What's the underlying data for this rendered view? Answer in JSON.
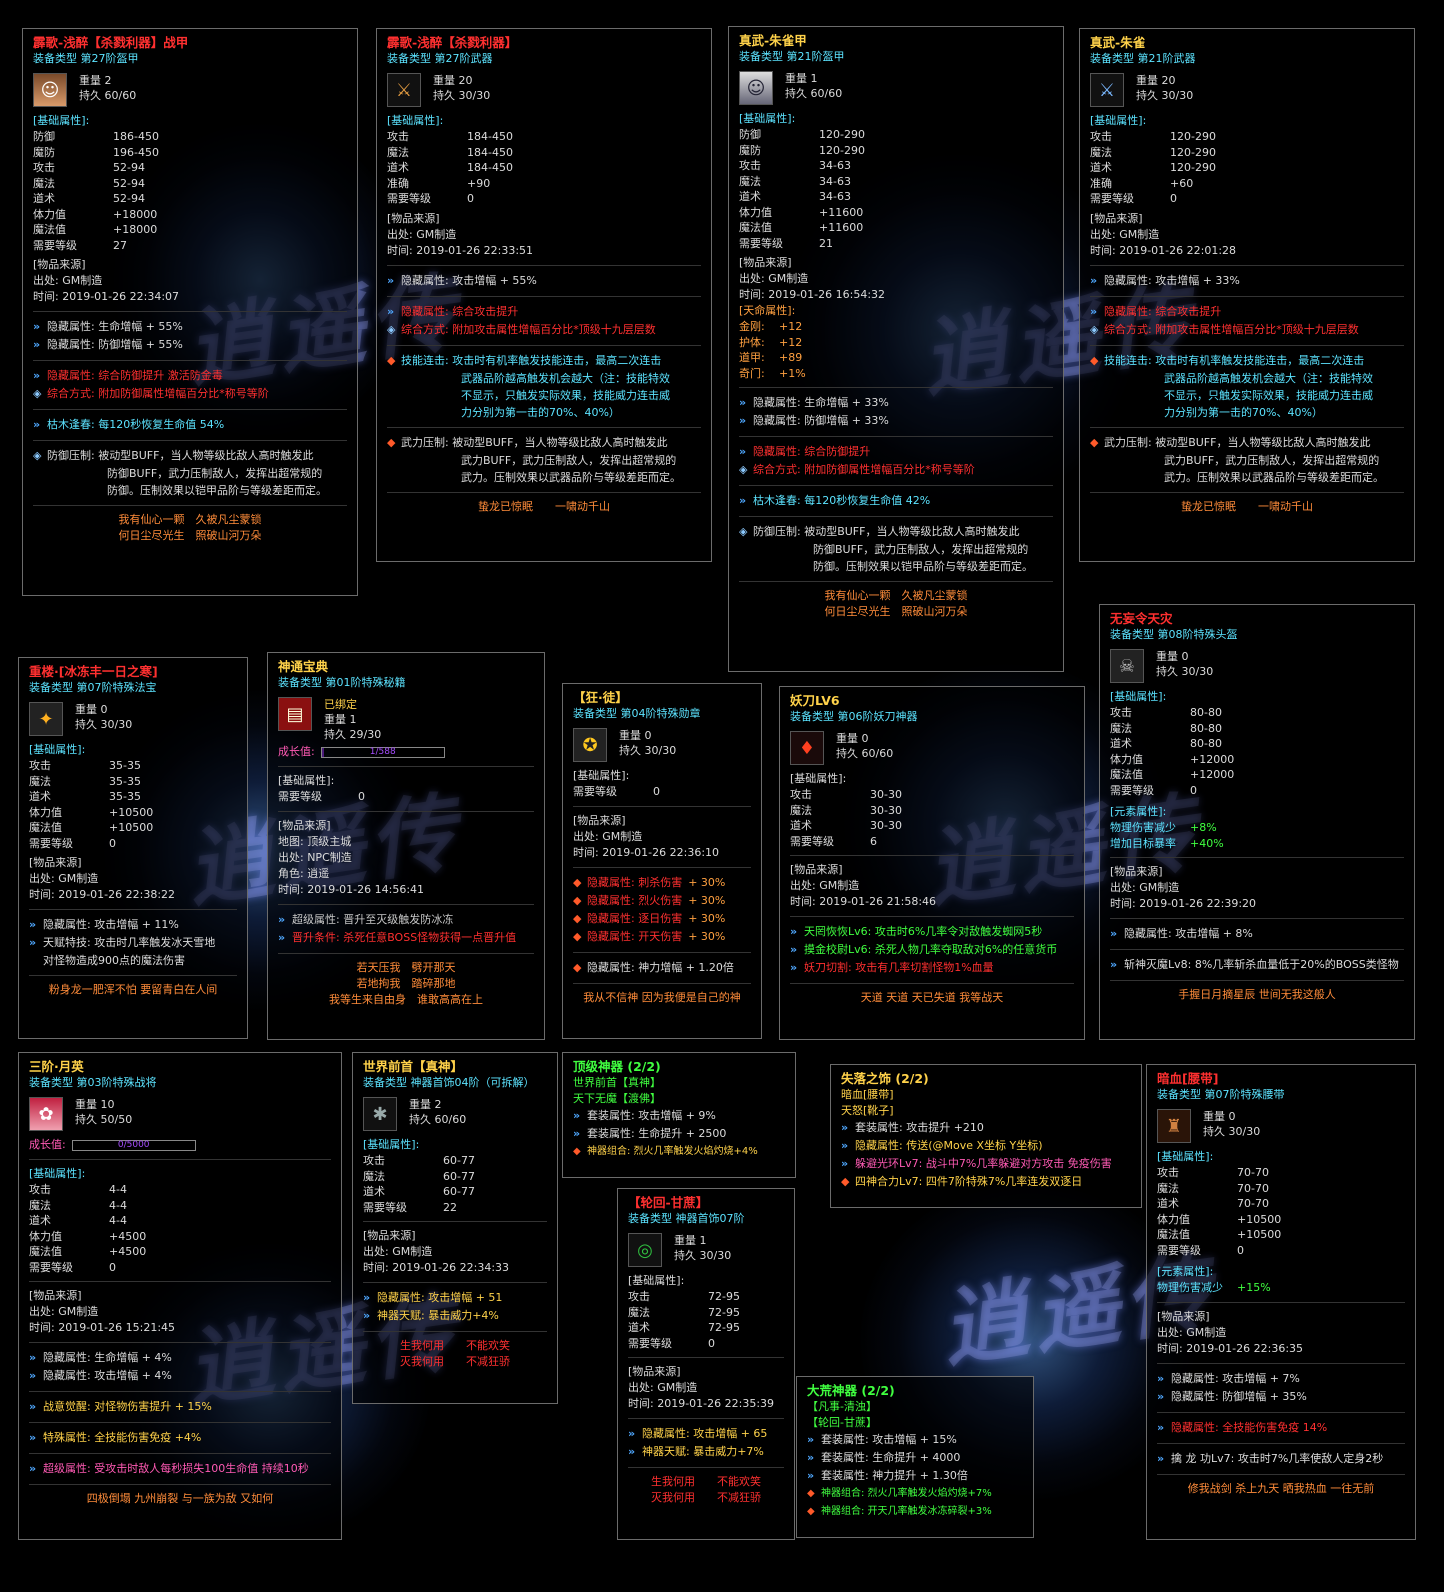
{
  "c1": {
    "title": "霹歌-浅醉【杀戮利器】战甲",
    "type": "装备类型 第27阶盔甲",
    "weight": "重量 2",
    "dura": "持久 60/60",
    "base_label": "[基础属性]:",
    "stats": [
      [
        "防御",
        "186-450"
      ],
      [
        "魔防",
        "196-450"
      ],
      [
        "攻击",
        "52-94"
      ],
      [
        "魔法",
        "52-94"
      ],
      [
        "道术",
        "52-94"
      ],
      [
        "体力值",
        "+18000"
      ],
      [
        "魔法值",
        "+18000"
      ],
      [
        "需要等级",
        "27"
      ]
    ],
    "src_label": "[物品来源]",
    "src1": "出处: GM制造",
    "src2": "时间: 2019-01-26 22:34:07",
    "h1": "隐藏属性: 生命增幅 + 55%",
    "h2": "隐藏属性: 防御增幅 + 55%",
    "r1": "隐藏属性: 综合防御提升 激活防金毒",
    "r2": "综合方式: 附加防御属性增幅百分比*称号等阶",
    "k1": "枯木逢春: 每120秒恢复生命值 54%",
    "d1": "防御压制: 被动型BUFF，当人物等级比敌人高时触发此",
    "d2": "防御BUFF，武力压制敌人，发挥出超常规的",
    "d3": "防御。压制效果以铠甲品阶与等级差距而定。",
    "f1": "我有仙心一颗　久被凡尘蒙锁",
    "f2": "何日尘尽光生　照破山河万朵"
  },
  "c2": {
    "title": "霹歌-浅醉【杀戮利器】",
    "type": "装备类型 第27阶武器",
    "weight": "重量 20",
    "dura": "持久 30/30",
    "base_label": "[基础属性]:",
    "stats": [
      [
        "攻击",
        "184-450"
      ],
      [
        "魔法",
        "184-450"
      ],
      [
        "道术",
        "184-450"
      ],
      [
        "准确",
        "+90"
      ],
      [
        "需要等级",
        "0"
      ]
    ],
    "src_label": "[物品来源]",
    "src1": "出处: GM制造",
    "src2": "时间: 2019-01-26 22:33:51",
    "h1": "隐藏属性: 攻击增幅 + 55%",
    "r1": "隐藏属性: 综合攻击提升",
    "r2": "综合方式: 附加攻击属性增幅百分比*顶级十九层层数",
    "s1": "技能连击: 攻击时有机率触发技能连击，最高二次连击",
    "s2": "武器品阶越高触发机会越大（注：技能特效",
    "s3": "不显示，只触发实际效果，技能威力连击威",
    "s4": "力分别为第一击的70%、40%）",
    "w1": "武力压制: 被动型BUFF，当人物等级比敌人高时触发此",
    "w2": "武力BUFF，武力压制敌人，发挥出超常规的",
    "w3": "武力。压制效果以武器品阶与等级差距而定。",
    "f1": "蛰龙已惊眠　　一啸动千山"
  },
  "c3": {
    "title": "真武-朱雀甲",
    "type": "装备类型 第21阶盔甲",
    "weight": "重量 1",
    "dura": "持久 60/60",
    "base_label": "[基础属性]:",
    "stats": [
      [
        "防御",
        "120-290"
      ],
      [
        "魔防",
        "120-290"
      ],
      [
        "攻击",
        "34-63"
      ],
      [
        "魔法",
        "34-63"
      ],
      [
        "道术",
        "34-63"
      ],
      [
        "体力值",
        "+11600"
      ],
      [
        "魔法值",
        "+11600"
      ],
      [
        "需要等级",
        "21"
      ]
    ],
    "src_label": "[物品来源]",
    "src1": "出处: GM制造",
    "src2": "时间: 2019-01-26 16:54:32",
    "tm_label": "[天命属性]:",
    "tm": [
      [
        "金刚:",
        "+12"
      ],
      [
        "护体:",
        "+12"
      ],
      [
        "道甲:",
        "+89"
      ],
      [
        "奇门:",
        "+1%"
      ]
    ],
    "h1": "隐藏属性: 生命增幅 + 33%",
    "h2": "隐藏属性: 防御增幅 + 33%",
    "r1": "隐藏属性: 综合防御提升",
    "r2": "综合方式: 附加防御属性增幅百分比*称号等阶",
    "k1": "枯木逢春: 每120秒恢复生命值 42%",
    "d1": "防御压制: 被动型BUFF，当人物等级比敌人高时触发此",
    "d2": "防御BUFF，武力压制敌人，发挥出超常规的",
    "d3": "防御。压制效果以铠甲品阶与等级差距而定。",
    "f1": "我有仙心一颗　久被凡尘蒙锁",
    "f2": "何日尘尽光生　照破山河万朵"
  },
  "c4": {
    "title": "真武-朱雀",
    "type": "装备类型 第21阶武器",
    "weight": "重量 20",
    "dura": "持久 30/30",
    "base_label": "[基础属性]:",
    "stats": [
      [
        "攻击",
        "120-290"
      ],
      [
        "魔法",
        "120-290"
      ],
      [
        "道术",
        "120-290"
      ],
      [
        "准确",
        "+60"
      ],
      [
        "需要等级",
        "0"
      ]
    ],
    "src_label": "[物品来源]",
    "src1": "出处: GM制造",
    "src2": "时间: 2019-01-26 22:01:28",
    "h1": "隐藏属性: 攻击增幅 + 33%",
    "r1": "隐藏属性: 综合攻击提升",
    "r2": "综合方式: 附加攻击属性增幅百分比*顶级十九层层数",
    "s1": "技能连击: 攻击时有机率触发技能连击，最高二次连击",
    "s2": "武器品阶越高触发机会越大（注：技能特效",
    "s3": "不显示，只触发实际效果，技能威力连击威",
    "s4": "力分别为第一击的70%、40%）",
    "w1": "武力压制: 被动型BUFF，当人物等级比敌人高时触发此",
    "w2": "武力BUFF，武力压制敌人，发挥出超常规的",
    "w3": "武力。压制效果以武器品阶与等级差距而定。",
    "f1": "蛰龙已惊眠　　一啸动千山"
  },
  "c5": {
    "title": "重楼·[冰冻丰一日之寒]",
    "type": "装备类型 第07阶特殊法宝",
    "weight": "重量 0",
    "dura": "持久 30/30",
    "base_label": "[基础属性]:",
    "stats": [
      [
        "攻击",
        "35-35"
      ],
      [
        "魔法",
        "35-35"
      ],
      [
        "道术",
        "35-35"
      ],
      [
        "体力值",
        "+10500"
      ],
      [
        "魔法值",
        "+10500"
      ],
      [
        "需要等级",
        "0"
      ]
    ],
    "src_label": "[物品来源]",
    "src1": "出处: GM制造",
    "src2": "时间: 2019-01-26 22:38:22",
    "h1": "隐藏属性: 攻击增幅 + 11%",
    "t1": "天赋特技: 攻击时几率触发冰天雪地",
    "t2": "对怪物造成900点的魔法伤害",
    "f1": "粉身龙一肥浑不怕 要留青白在人间"
  },
  "c6": {
    "title": "神通宝典",
    "type": "装备类型 第01阶特殊秘籍",
    "bound": "已绑定",
    "weight": "重量 1",
    "dura": "持久 29/30",
    "grow_label": "成长值:",
    "grow": "1/588",
    "grow_frac": 0.02,
    "base_label": "[基础属性]:",
    "stats": [
      [
        "需要等级",
        "0"
      ]
    ],
    "src_label": "[物品来源]",
    "src0": "地图: 顶级主城",
    "src1": "出处: NPC制造",
    "src1b": "角色: 逍遥",
    "src2": "时间: 2019-01-26 14:56:41",
    "u1": "超级属性: 晋升至灭级触发防冰冻",
    "u2": "晋升条件: 杀死任意BOSS怪物获得一点晋升值",
    "f1": "若天压我　劈开那天",
    "f2": "若地拘我　踏碎那地",
    "f3": "我等生来自由身　谁敢高高在上"
  },
  "c7": {
    "title": "【狂·徒】",
    "type": "装备类型 第04阶特殊勋章",
    "weight": "重量 0",
    "dura": "持久 30/30",
    "base_label": "[基础属性]:",
    "stats": [
      [
        "需要等级",
        "0"
      ]
    ],
    "src_label": "[物品来源]",
    "src1": "出处: GM制造",
    "src2": "时间: 2019-01-26 22:36:10",
    "hs": [
      [
        "隐藏属性: 刺杀伤害",
        "+ 30%"
      ],
      [
        "隐藏属性: 烈火伤害",
        "+ 30%"
      ],
      [
        "隐藏属性: 逐日伤害",
        "+ 30%"
      ],
      [
        "隐藏属性: 开天伤害",
        "+ 30%"
      ]
    ],
    "h1": "隐藏属性: 神力增幅 + 1.20倍",
    "f1": "我从不信神 因为我便是自己的神"
  },
  "c8": {
    "title": "妖刀LV6",
    "type": "装备类型 第06阶妖刀神器",
    "weight": "重量 0",
    "dura": "持久 60/60",
    "base_label": "[基础属性]:",
    "stats": [
      [
        "攻击",
        "30-30"
      ],
      [
        "魔法",
        "30-30"
      ],
      [
        "道术",
        "30-30"
      ],
      [
        "需要等级",
        "6"
      ]
    ],
    "src_label": "[物品来源]",
    "src1": "出处: GM制造",
    "src2": "时间: 2019-01-26 21:58:46",
    "g1": "天罔恢恢Lv6: 攻击时6%几率令对敌触发蜘网5秒",
    "g2": "摸金校尉Lv6: 杀死人物几率夺取敌对6%的任意货币",
    "g3": "妖刀切割: 攻击有几率切割怪物1%血量",
    "f1": "天道 天道 天已失道 我等战天"
  },
  "c9": {
    "title": "无妄令天灾",
    "type": "装备类型 第08阶特殊头盔",
    "weight": "重量 0",
    "dura": "持久 30/30",
    "base_label": "[基础属性]:",
    "stats": [
      [
        "攻击",
        "80-80"
      ],
      [
        "魔法",
        "80-80"
      ],
      [
        "道术",
        "80-80"
      ],
      [
        "体力值",
        "+12000"
      ],
      [
        "魔法值",
        "+12000"
      ],
      [
        "需要等级",
        "0"
      ]
    ],
    "el_label": "[元素属性]:",
    "el": [
      [
        "物理伤害减少",
        "+8%"
      ],
      [
        "增加目标暴率",
        "+40%"
      ]
    ],
    "src_label": "[物品来源]",
    "src1": "出处: GM制造",
    "src2": "时间: 2019-01-26 22:39:20",
    "h1": "隐藏属性: 攻击增幅 + 8%",
    "z1": "斩神灭魔Lv8: 8%几率斩杀血量低于20%的BOSS类怪物",
    "f1": "手握日月摘星辰 世间无我这般人"
  },
  "c10": {
    "title": "三阶·月英",
    "type": "装备类型 第03阶特殊战将",
    "weight": "重量 10",
    "dura": "持久 50/50",
    "grow_label": "成长值:",
    "grow": "0/5000",
    "grow_frac": 0.0,
    "base_label": "[基础属性]:",
    "stats": [
      [
        "攻击",
        "4-4"
      ],
      [
        "魔法",
        "4-4"
      ],
      [
        "道术",
        "4-4"
      ],
      [
        "体力值",
        "+4500"
      ],
      [
        "魔法值",
        "+4500"
      ],
      [
        "需要等级",
        "0"
      ]
    ],
    "src_label": "[物品来源]",
    "src1": "出处: GM制造",
    "src2": "时间: 2019-01-26 15:21:45",
    "h1": "隐藏属性: 生命增幅 + 4%",
    "h2": "隐藏属性: 攻击增幅 + 4%",
    "z1": "战意觉醒: 对怪物伤害提升 + 15%",
    "z2": "特殊属性: 全技能伤害免疫 +4%",
    "z3": "超级属性: 受攻击时敌人每秒损失100生命值 持续10秒",
    "f1": "四极倒塌 九州崩裂 与一族为敌 又如何"
  },
  "c11": {
    "title": "世界前首【真神】",
    "type": "装备类型 神器首饰04阶（可拆解）",
    "weight": "重量 2",
    "dura": "持久 60/60",
    "base_label": "[基础属性]:",
    "stats": [
      [
        "攻击",
        "60-77"
      ],
      [
        "魔法",
        "60-77"
      ],
      [
        "道术",
        "60-77"
      ],
      [
        "需要等级",
        "22"
      ]
    ],
    "src_label": "[物品来源]",
    "src1": "出处: GM制造",
    "src2": "时间: 2019-01-26 22:34:33",
    "h1": "隐藏属性: 攻击增幅 + 51",
    "h2": "神器天赋: 暴击威力+4%",
    "f1": "生我何用　　不能欢笑",
    "f2": "灭我何用　　不减狂骄"
  },
  "c12": {
    "title": "顶级神器 (2/2)",
    "m1": "世界前首【真神】",
    "m2": "天下无魔【渡佛】",
    "a1": "套装属性: 攻击增幅 + 9%",
    "a2": "套装属性: 生命提升 + 2500",
    "a3": "神器组合: 烈火几率触发火焰灼烧+4%"
  },
  "c13": {
    "title": "【轮回-甘蔗】",
    "type": "装备类型 神器首饰07阶",
    "weight": "重量 1",
    "dura": "持久 30/30",
    "base_label": "[基础属性]:",
    "stats": [
      [
        "攻击",
        "72-95"
      ],
      [
        "魔法",
        "72-95"
      ],
      [
        "道术",
        "72-95"
      ],
      [
        "需要等级",
        "0"
      ]
    ],
    "src_label": "[物品来源]",
    "src1": "出处: GM制造",
    "src2": "时间: 2019-01-26 22:35:39",
    "h1": "隐藏属性: 攻击增幅 + 65",
    "h2": "神器天赋: 暴击威力+7%",
    "f1": "生我何用　　不能欢笑",
    "f2": "灭我何用　　不减狂骄"
  },
  "c14": {
    "title": "失落之饰 (2/2)",
    "m1": "暗血[腰带]",
    "m2": "天怒[靴子]",
    "a1": "套装属性: 攻击提升 +210",
    "a2": "隐藏属性: 传送(@Move X坐标 Y坐标)",
    "a3": "躲避光环Lv7: 战斗中7%几率躲避对方攻击 免疫伤害",
    "a4": "四神合力Lv7: 四件7阶特殊7%几率连发双逐日"
  },
  "c15": {
    "title": "大荒神器 (2/2)",
    "m1": "【凡事-清浊】",
    "m2": "【轮回-甘蔗】",
    "a1": "套装属性: 攻击增幅 + 15%",
    "a2": "套装属性: 生命提升 + 4000",
    "a3": "套装属性: 神力提升 + 1.30倍",
    "a4": "神器组合: 烈火几率触发火焰灼烧+7%",
    "a5": "神器组合: 开天几率触发冰冻碎裂+3%"
  },
  "c16": {
    "title": "暗血[腰带]",
    "type": "装备类型 第07阶特殊腰带",
    "weight": "重量 0",
    "dura": "持久 30/30",
    "base_label": "[基础属性]:",
    "stats": [
      [
        "攻击",
        "70-70"
      ],
      [
        "魔法",
        "70-70"
      ],
      [
        "道术",
        "70-70"
      ],
      [
        "体力值",
        "+10500"
      ],
      [
        "魔法值",
        "+10500"
      ],
      [
        "需要等级",
        "0"
      ]
    ],
    "el_label": "[元素属性]:",
    "el": [
      [
        "物理伤害减少",
        "+15%"
      ]
    ],
    "src_label": "[物品来源]",
    "src1": "出处: GM制造",
    "src2": "时间: 2019-01-26 22:36:35",
    "h1": "隐藏属性: 攻击增幅 + 7%",
    "h2": "隐藏属性: 防御增幅 + 35%",
    "r1": "隐藏属性: 全技能伤害免疫 14%",
    "z1": "擒 龙 功Lv7: 攻击时7%几率使敌人定身2秒",
    "f1": "修我战剑 杀上九天 晒我热血 一往无前"
  },
  "icons": {
    "c1": "armor-portrait-icon",
    "c2": "sword-icon",
    "c3": "armor-portrait-icon",
    "c4": "sword-icon",
    "c5": "winged-treasure-icon",
    "c6": "red-book-icon",
    "c7": "gold-medal-icon",
    "c8": "demon-blade-icon",
    "c9": "skull-helmet-icon",
    "c10": "warrior-portrait-icon",
    "c11": "spider-ring-icon",
    "c13": "green-ring-icon",
    "c16": "belt-icon"
  },
  "watermark": "逍遥传",
  "colors": {
    "title_red": "#ff3030",
    "type_cyan": "#5ce3ff",
    "hidden_red": "#ff3030",
    "footer_orange": "#ff8c3a",
    "set_green": "#40ff40"
  }
}
